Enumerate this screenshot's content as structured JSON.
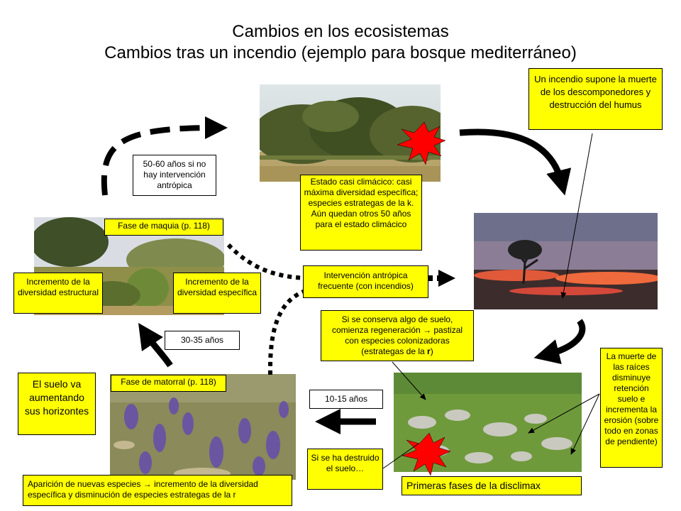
{
  "title": {
    "line1": "Cambios en los ecosistemas",
    "line2": "Cambios tras un incendio (ejemplo para bosque mediterráneo)"
  },
  "labels": {
    "climax_state": "Estado casi climácico: casi máxima diversidad específica; especies estrategas de la k. Aún quedan otros 50 años para el estado climácico",
    "fire_effect": "Un incendio supone la muerte de los descomponedores y destrucción del humus",
    "years_50_60": "50-60 años si no hay intervención antrópica",
    "maquia_phase": "Fase de maquia (p. 118)",
    "structural_diversity": "Incremento de la diversidad estructural",
    "specific_diversity": "Incremento de la diversidad específica",
    "human_intervention": "Intervención antrópica frecuente (con incendios)",
    "soil_regeneration_pre": "Si se conserva algo de suelo, comienza regeneración → pastizal con especies colonizadoras (estrategas de la ",
    "soil_regeneration_r": "r",
    "soil_regeneration_post": ")",
    "years_30_35": "30-35 años",
    "roots_death": "La muerte de las raíces disminuye retención suelo e incrementa la erosión (sobre todo en zonas de pendiente)",
    "soil_horizons": "El suelo va aumentando sus horizontes",
    "matorral_phase": "Fase de matorral (p. 118)",
    "years_10_15": "10-15 años",
    "soil_destroyed": "Si se ha destruido el suelo…",
    "disclimax_phase": "Primeras fases de la disclimax",
    "new_species": "Aparición de nuevas especies → incremento de la diversidad específica y disminución de especies estrategas de la r"
  },
  "colors": {
    "label_fill": "#ffff00",
    "fire_burst": "#ff0000",
    "arrow": "#000000"
  },
  "photos": [
    "forest-photo",
    "burning-photo",
    "maquia-photo",
    "matorral-photo",
    "disclimax-photo"
  ]
}
